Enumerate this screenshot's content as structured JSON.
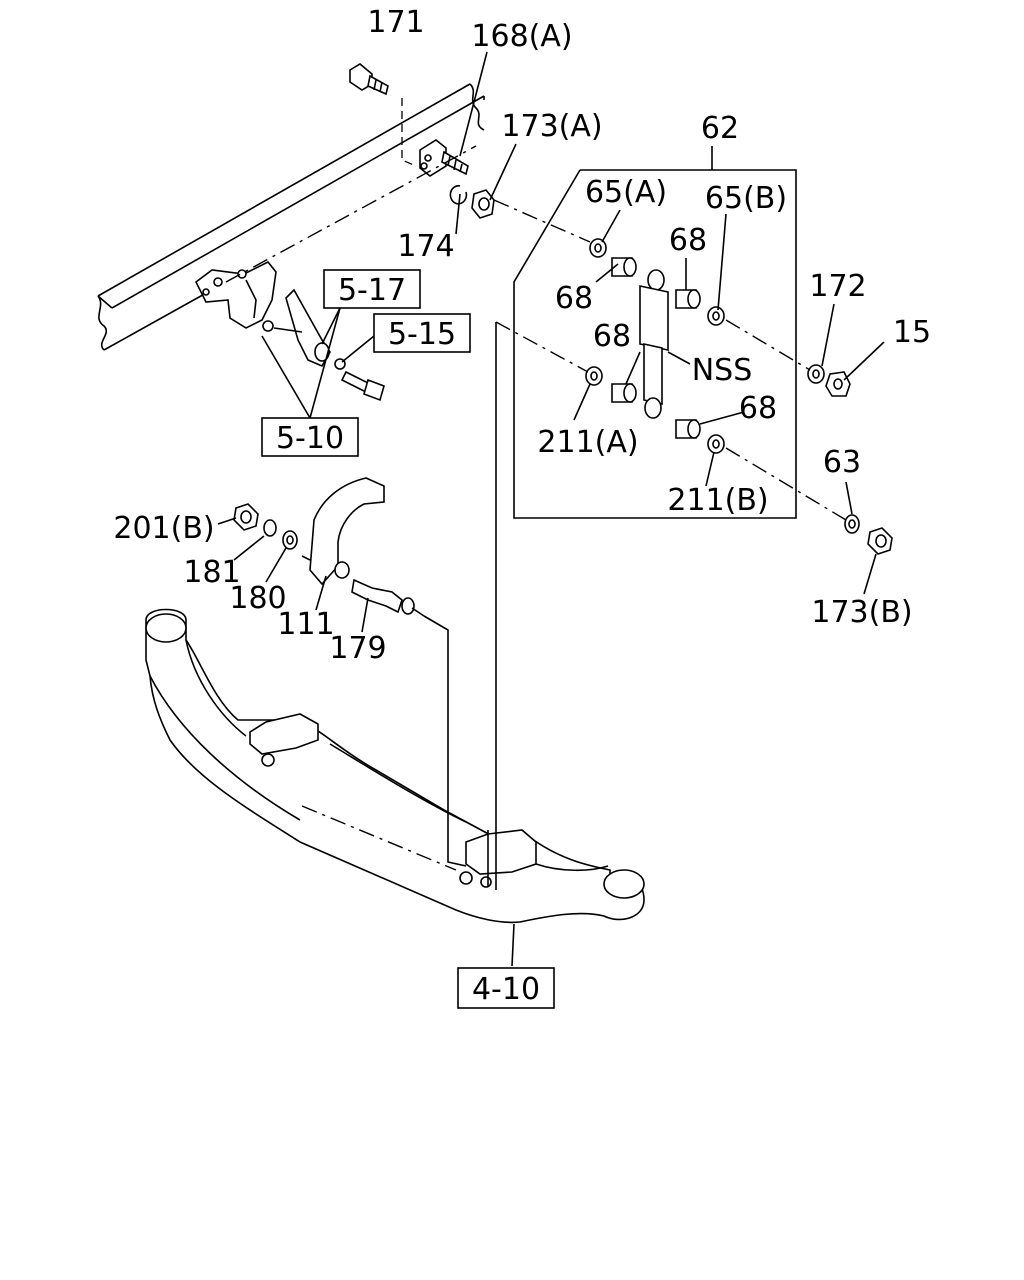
{
  "callouts": {
    "p171": "171",
    "p168a": "168(A)",
    "p173a": "173(A)",
    "p62": "62",
    "p65a": "65(A)",
    "p65b": "65(B)",
    "p68_1": "68",
    "p68_2": "68",
    "p68_3": "68",
    "p68_4": "68",
    "p174": "174",
    "p172": "172",
    "p15": "15",
    "pnss": "NSS",
    "p211a": "211(A)",
    "p211b": "211(B)",
    "p63": "63",
    "p173b": "173(B)",
    "p201b": "201(B)",
    "p181": "181",
    "p180": "180",
    "p111": "111",
    "p179": "179"
  },
  "refs": {
    "r517": "5-17",
    "r515": "5-15",
    "r510": "5-10",
    "r410": "4-10"
  }
}
